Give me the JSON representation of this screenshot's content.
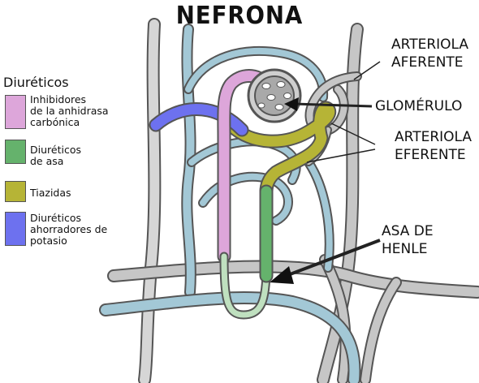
{
  "title": "NEFRONA",
  "legend": {
    "heading": "Diuréticos",
    "items": [
      {
        "label": "Inhibidores\nde la anhidrasa\ncarbónica",
        "color": "#dda6da"
      },
      {
        "label": "Diuréticos\nde asa",
        "color": "#65b26c"
      },
      {
        "label": "Tiazidas",
        "color": "#b6b436"
      },
      {
        "label": "Diuréticos\nahorradores de\npotasio",
        "color": "#6d71ef"
      }
    ]
  },
  "labels": {
    "afferent": "ARTERIOLA\nAFERENTE",
    "glomerulus": "GLOMÉRULO",
    "efferent": "ARTERIOLA\nEFERENTE",
    "loop": "ASA DE\nHENLE"
  },
  "colors": {
    "vessel_blue": "#a3c8d6",
    "vessel_gray": "#c8c8c8",
    "outline": "#555555"
  }
}
